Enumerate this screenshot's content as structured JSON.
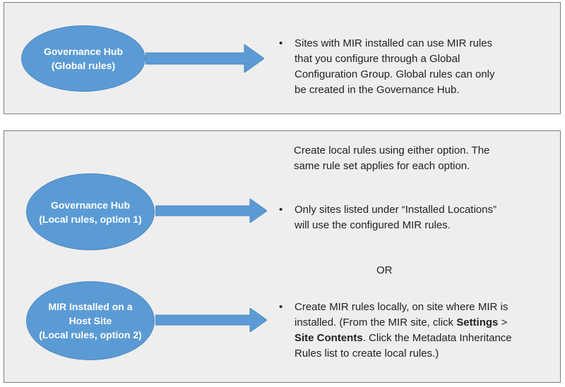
{
  "colors": {
    "ellipse_fill": "#5b9bd5",
    "arrow_fill": "#5b9bd5",
    "panel_bg": "#eeeeee"
  },
  "top_panel": {
    "node": {
      "line1": "Governance Hub",
      "line2": "(Global rules)"
    },
    "bullet": {
      "line1": "Sites with MIR installed can use MIR rules",
      "line2": "that you configure through a Global",
      "line3": "Configuration Group. Global rules can only",
      "line4": "be created in the Governance Hub."
    }
  },
  "bottom_panel": {
    "intro": {
      "line1": "Create local rules using either option. The",
      "line2": "same rule set applies for each option."
    },
    "node1": {
      "line1": "Governance Hub",
      "line2": "(Local rules, option 1)"
    },
    "bullet1": {
      "line1": "Only sites listed under “Installed Locations”",
      "line2": "will use the configured MIR rules."
    },
    "or_label": "OR",
    "node2": {
      "line1": "MIR Installed on a",
      "line2": "Host Site",
      "line3": "(Local rules, option 2)"
    },
    "bullet2": {
      "line1": "Create MIR rules locally, on site where MIR is",
      "line2a": "installed. (From the MIR site, click ",
      "settings": "Settings",
      "line2b": " >",
      "site_contents": "Site Contents",
      "line3b": ". Click the Metadata Inheritance",
      "line4": "Rules list to create local rules.)"
    }
  }
}
